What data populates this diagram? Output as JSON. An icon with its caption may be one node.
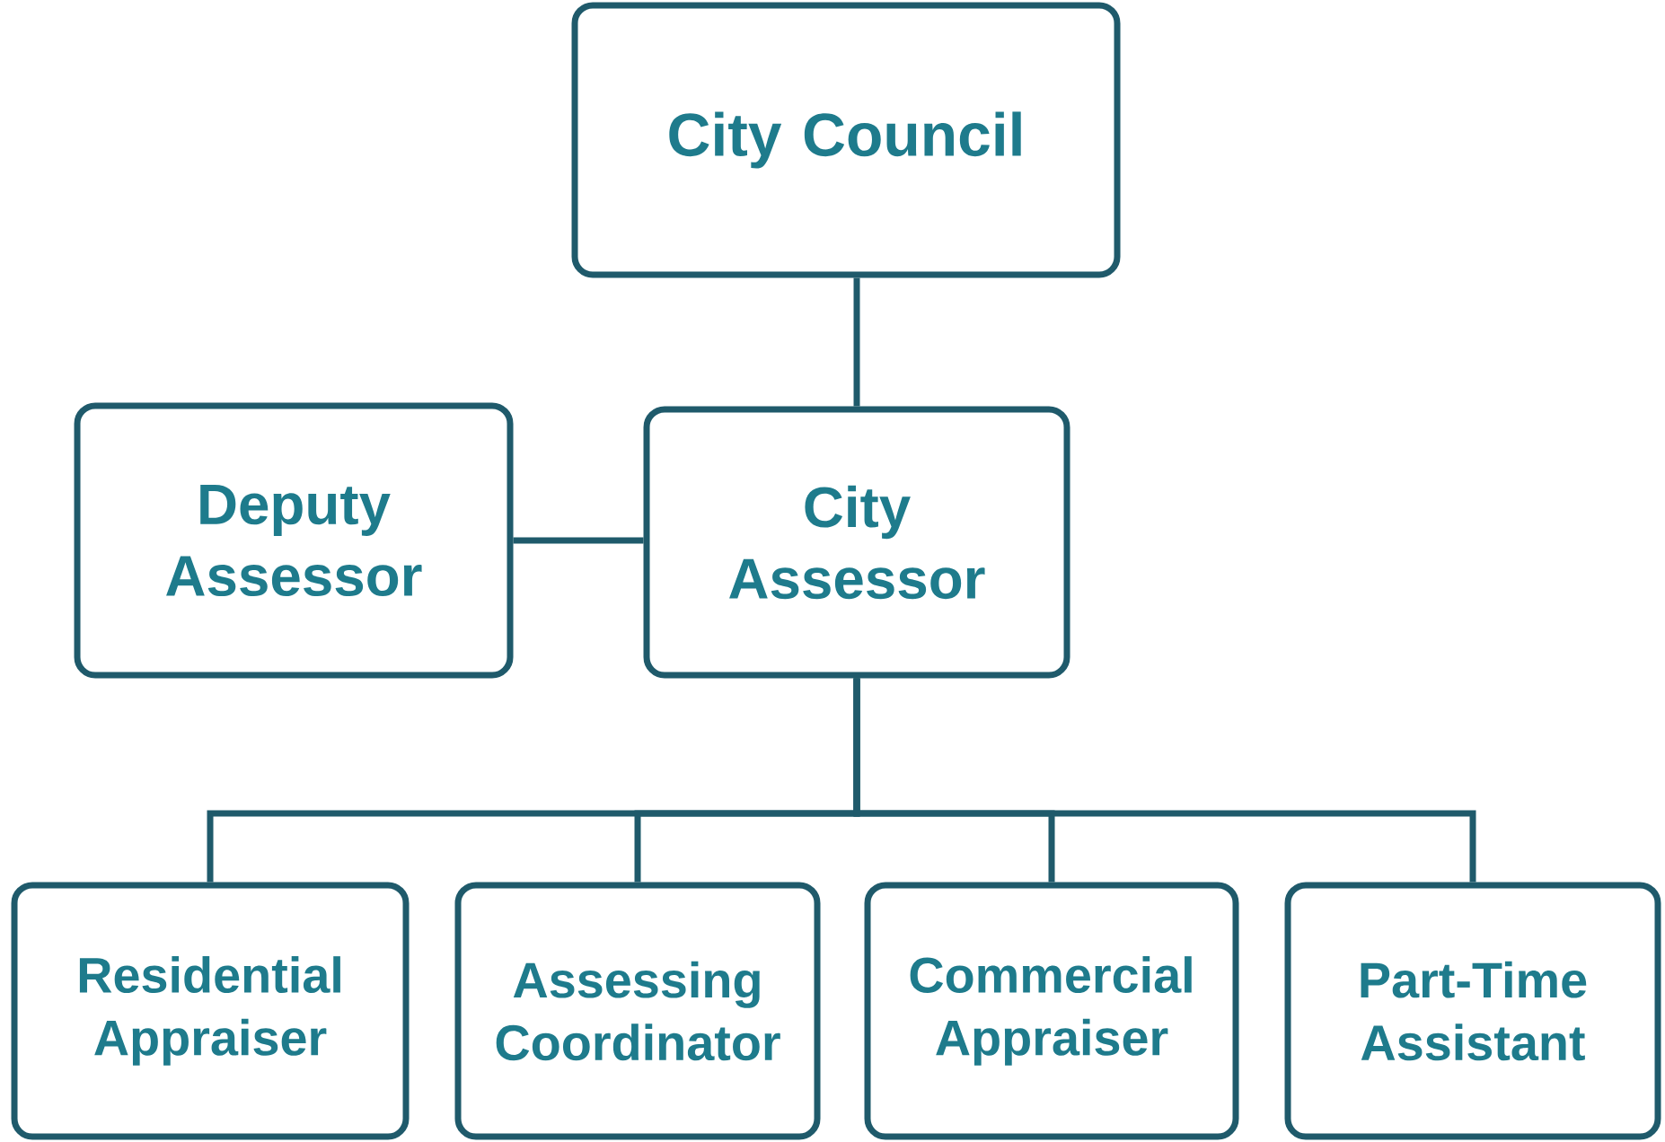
{
  "diagram": {
    "nodes": [
      {
        "text": [
          "City Council"
        ]
      },
      {
        "text": [
          "Deputy Assessor"
        ]
      },
      {
        "text": [
          "City Assessor"
        ]
      },
      {
        "text": [
          "Residential Appraiser"
        ]
      },
      {
        "text": [
          "Assessing Coordinator"
        ]
      },
      {
        "text": [
          "Commercial Appraiser"
        ]
      },
      {
        "text": [
          "Part-Time Assistant"
        ]
      }
    ],
    "edges": [
      {
        "from": 0,
        "to": 2,
        "arrow": "none"
      },
      {
        "from": 1,
        "to": 2,
        "arrow": "none"
      },
      {
        "from": 2,
        "to": 3,
        "arrow": "none"
      },
      {
        "from": 2,
        "to": 4,
        "arrow": "none"
      },
      {
        "from": 2,
        "to": 5,
        "arrow": "none"
      },
      {
        "from": 2,
        "to": 6,
        "arrow": "none"
      }
    ]
  }
}
